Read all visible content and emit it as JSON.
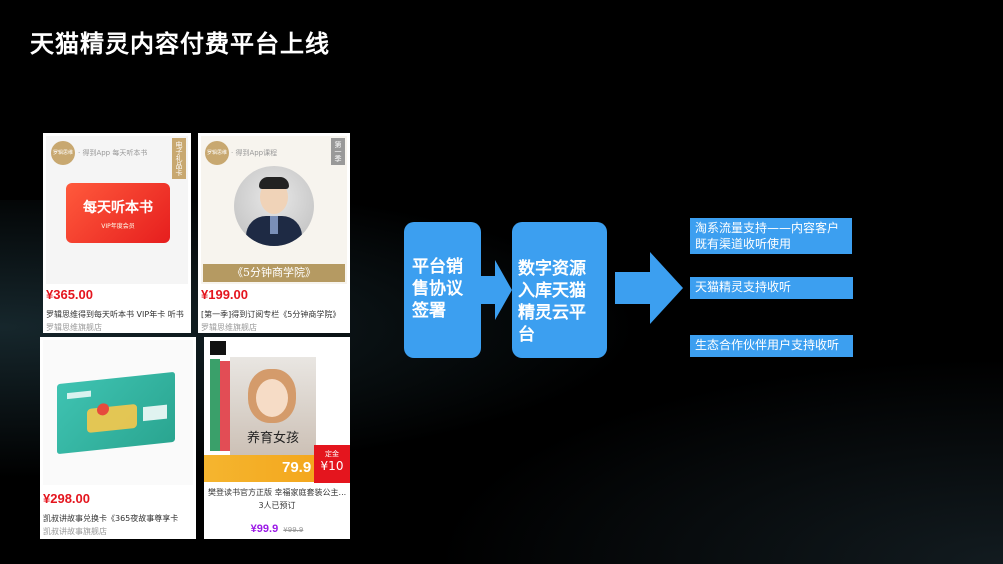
{
  "title": "天猫精灵内容付费平台上线",
  "cards": [
    {
      "brand_logo": "罗辑思维",
      "header": "· 得到App 每天听本书",
      "corner": "电子礼品卡",
      "product_name": "每天听本书",
      "product_sub": "VIP年度会员",
      "price": "¥365.00",
      "desc": "罗辑思维得到每天听本书 VIP年卡 听书",
      "store": "罗辑思维旗舰店"
    },
    {
      "brand_logo": "罗辑思维",
      "header": "· 得到App课程",
      "corner": "第一季",
      "banner": "《5分钟商学院》",
      "price": "¥199.00",
      "desc": "[第一季]得到订阅专栏《5分钟商学院》",
      "store": "罗辑思维旗舰店"
    },
    {
      "price": "¥298.00",
      "desc": "凯叔讲故事兑换卡《365夜故事尊享卡",
      "store": "凯叔讲故事旗舰店"
    },
    {
      "book_title": "养育女孩",
      "promo_big": "79.9",
      "promo_badge_top": "定金",
      "promo_badge_val": "¥10",
      "desc": "樊登读书官方正版 幸福家庭套装公主...",
      "sold": "3人已预订",
      "price": "¥99.9",
      "old_price": "¥99.9"
    }
  ],
  "flow": {
    "step1": "平台销售协议签署",
    "step2": "数字资源入库天猫精灵云平台"
  },
  "outcomes": [
    "淘系流量支持——内容客户既有渠道收听使用",
    "天猫精灵支持收听",
    "生态合作伙伴用户支持收听"
  ],
  "colors": {
    "accent_blue": "#3c9ff0",
    "price_red": "#e4151e",
    "price_purple": "#9b1ae6"
  }
}
